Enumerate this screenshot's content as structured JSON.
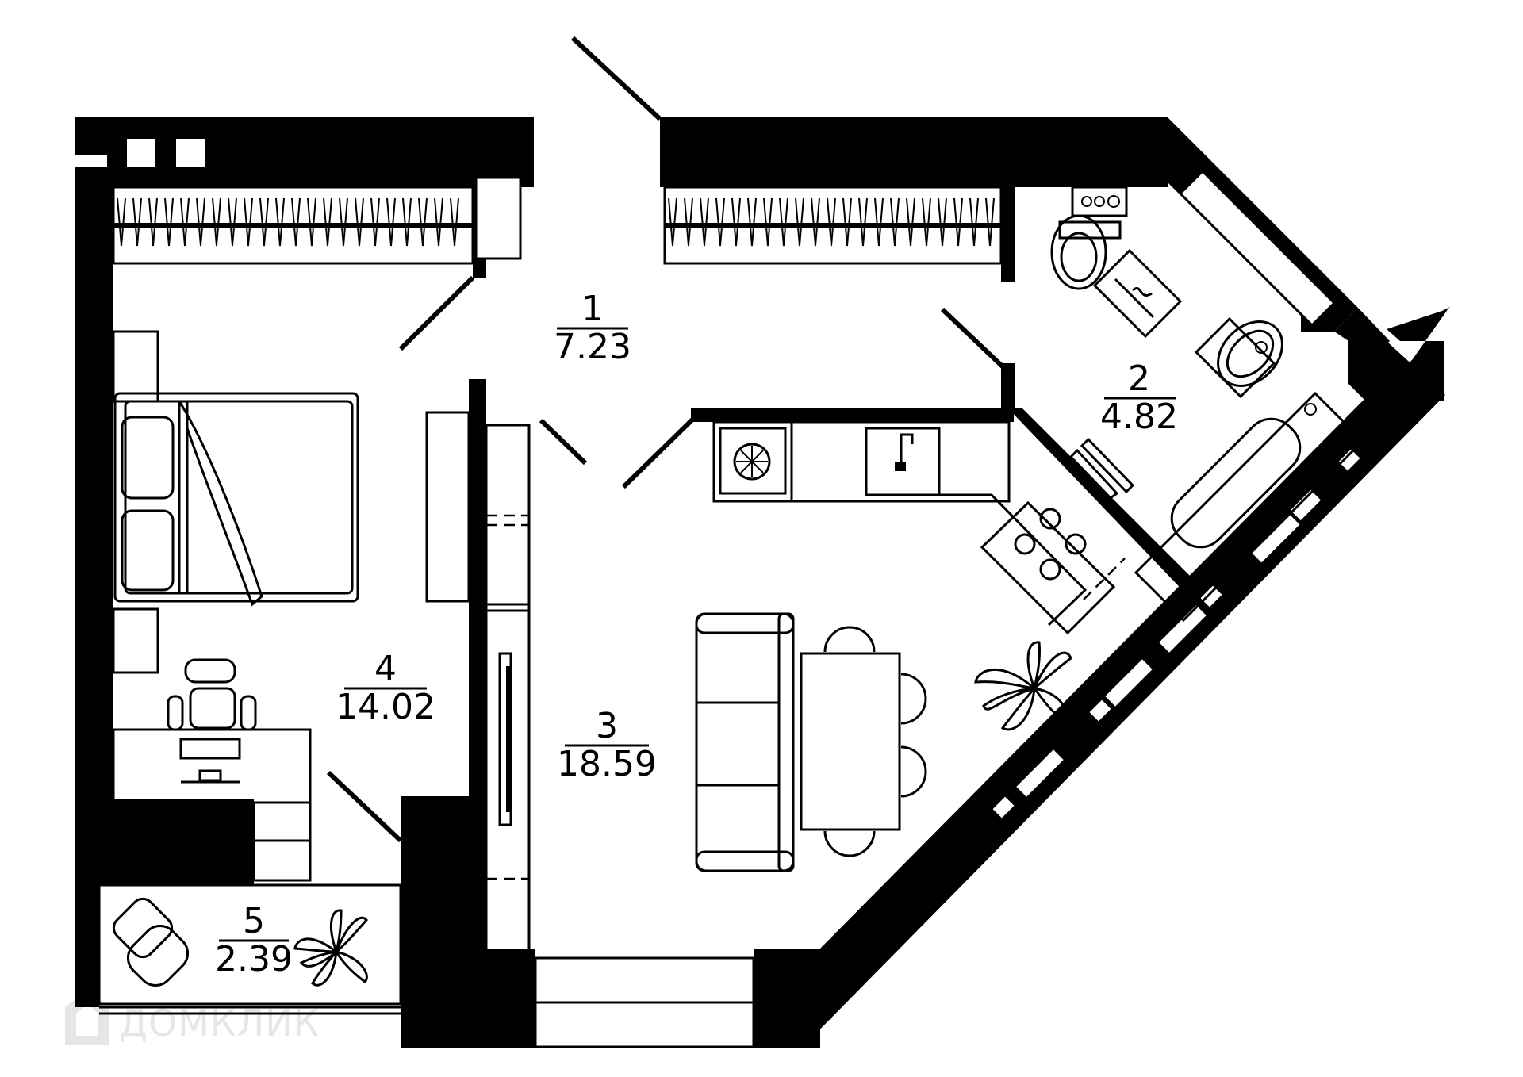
{
  "plan": {
    "colors": {
      "wall": "#000000",
      "background": "#ffffff",
      "watermark": "#e6e6e6"
    },
    "rooms": [
      {
        "id": "hall",
        "number": "1",
        "area": "7.23"
      },
      {
        "id": "bathroom",
        "number": "2",
        "area": "4.82"
      },
      {
        "id": "kitchen-living",
        "number": "3",
        "area": "18.59"
      },
      {
        "id": "bedroom",
        "number": "4",
        "area": "14.02"
      },
      {
        "id": "balcony",
        "number": "5",
        "area": "2.39"
      }
    ],
    "watermark": {
      "text": "ДОМКЛИК",
      "icon": "house-logo-icon"
    }
  }
}
